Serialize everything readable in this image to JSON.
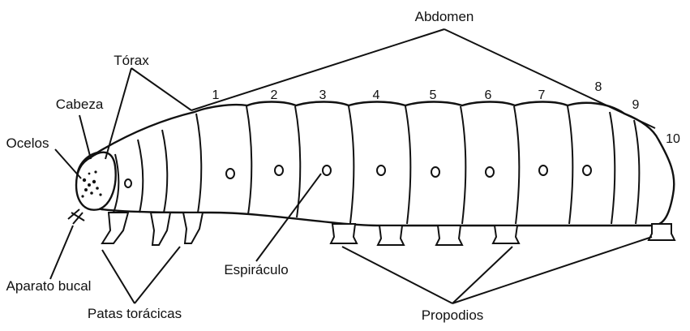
{
  "labels": {
    "abdomen": "Abdomen",
    "torax": "Tórax",
    "cabeza": "Cabeza",
    "ocelos": "Ocelos",
    "aparato_bucal": "Aparato bucal",
    "patas_toracicas": "Patas torácicas",
    "espiraculo": "Espiráculo",
    "propodios": "Propodios"
  },
  "segments": [
    "1",
    "2",
    "3",
    "4",
    "5",
    "6",
    "7",
    "8",
    "9",
    "10"
  ]
}
